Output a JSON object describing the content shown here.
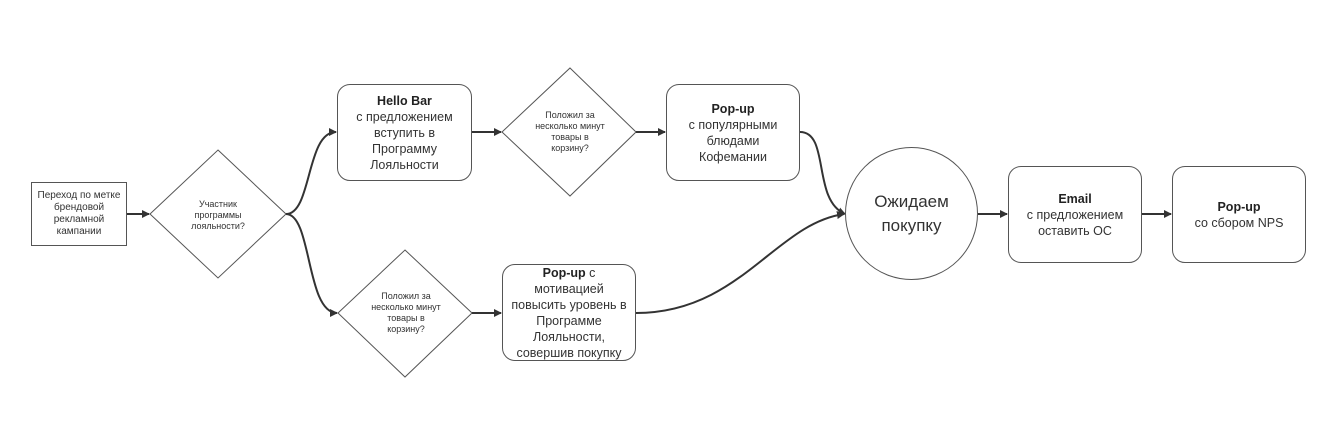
{
  "nodes": {
    "start": "Переход по метке брендовой рекламной кампании",
    "decision_loyalty": "Участник программы лояльности?",
    "hello_bar": {
      "title": "Hello Bar",
      "text": "с предложением вступить в Программу Лояльности"
    },
    "decision_cart_top": "Положил за несколько минут товары в корзину?",
    "popup_popular": {
      "title": "Pop-up",
      "text": "с популярными блюдами Кофемании"
    },
    "decision_cart_bottom": "Положил за несколько минут товары в корзину?",
    "popup_motivation": {
      "title": "Pop-up",
      "text": " с мотивацией повысить уровень в Программе Лояльности, совершив покупку"
    },
    "wait_purchase": "Ожидаем покупку",
    "email": {
      "title": "Email",
      "text": "с предложением оставить ОС"
    },
    "popup_nps": {
      "title": "Pop-up",
      "text": "со сбором NPS"
    }
  },
  "colors": {
    "stroke": "#333333",
    "border": "#555555"
  }
}
